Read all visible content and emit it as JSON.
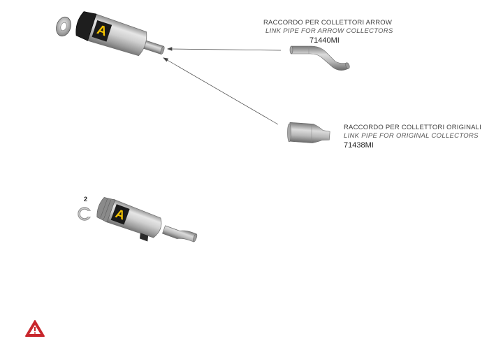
{
  "parts": {
    "link_pipe_arrow": {
      "title_it": "RACCORDO PER COLLETTORI ARROW",
      "title_en": "LINK PIPE FOR ARROW COLLECTORS",
      "code": "71440MI"
    },
    "link_pipe_original": {
      "title_it": "RACCORDO PER COLLETTORI ORIGINALI",
      "title_en": "LINK PIPE FOR ORIGINAL COLLECTORS",
      "code": "71438MI"
    }
  },
  "callouts": {
    "clamp_number": "2"
  },
  "icons": {
    "warning": "warning-triangle-icon",
    "brand_badge": "arrow-logo-badge"
  },
  "colors": {
    "steel": "#c9c9c9",
    "carbon": "#1e1e1e",
    "badge_yellow": "#f2c200",
    "warning_red": "#c8262c"
  }
}
